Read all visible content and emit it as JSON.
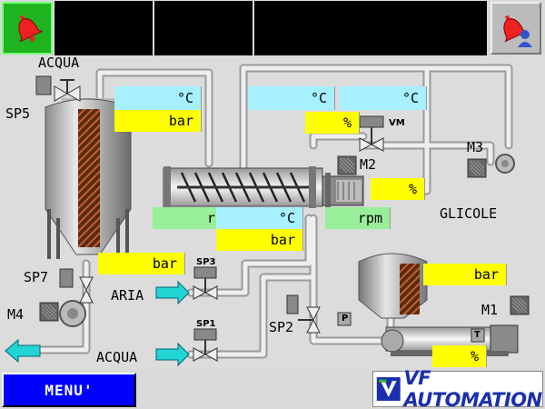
{
  "header": {
    "alarm_icon_left": "bell-icon",
    "alarm_icon_right": "alarm-user-icon",
    "status_cells": [
      "",
      "",
      "",
      ""
    ]
  },
  "colors": {
    "temperature_field": "#a6f0ff",
    "pressure_field": "#ffff00",
    "speed_field": "#99ee99",
    "pipe": "#e6e6e6",
    "menu_button": "#0000ff",
    "alarm_ok": "#22bb22"
  },
  "labels": {
    "acqua_top": "ACQUA",
    "sp5": "SP5",
    "sp7": "SP7",
    "m4": "M4",
    "aria": "ARIA",
    "acqua_bottom": "ACQUA",
    "sp3": "SP3",
    "sp1": "SP1",
    "sp2": "SP2",
    "m2": "M2",
    "m3": "M3",
    "m1": "M1",
    "vm": "VM",
    "glicole": "GLICOLE",
    "p": "P",
    "t": "T"
  },
  "fields": {
    "tank_temp_unit": "°C",
    "tank_pressure_unit": "bar",
    "mid_temp_unit": "°C",
    "right_temp_unit": "°C",
    "vm_percent_unit": "%",
    "m2_percent_unit": "%",
    "screw_rpm_left_unit": "rpm",
    "screw_temp_unit": "°C",
    "screw_pressure_unit": "bar",
    "screw_rpm_right_unit": "rpm",
    "sp7_pressure_unit": "bar",
    "hopper_pressure_unit": "bar",
    "pump_t_unit": "",
    "pump_percent_unit": "%"
  },
  "footer": {
    "menu_label": "MENU'",
    "logo_text": "VF AUTOMATION"
  }
}
